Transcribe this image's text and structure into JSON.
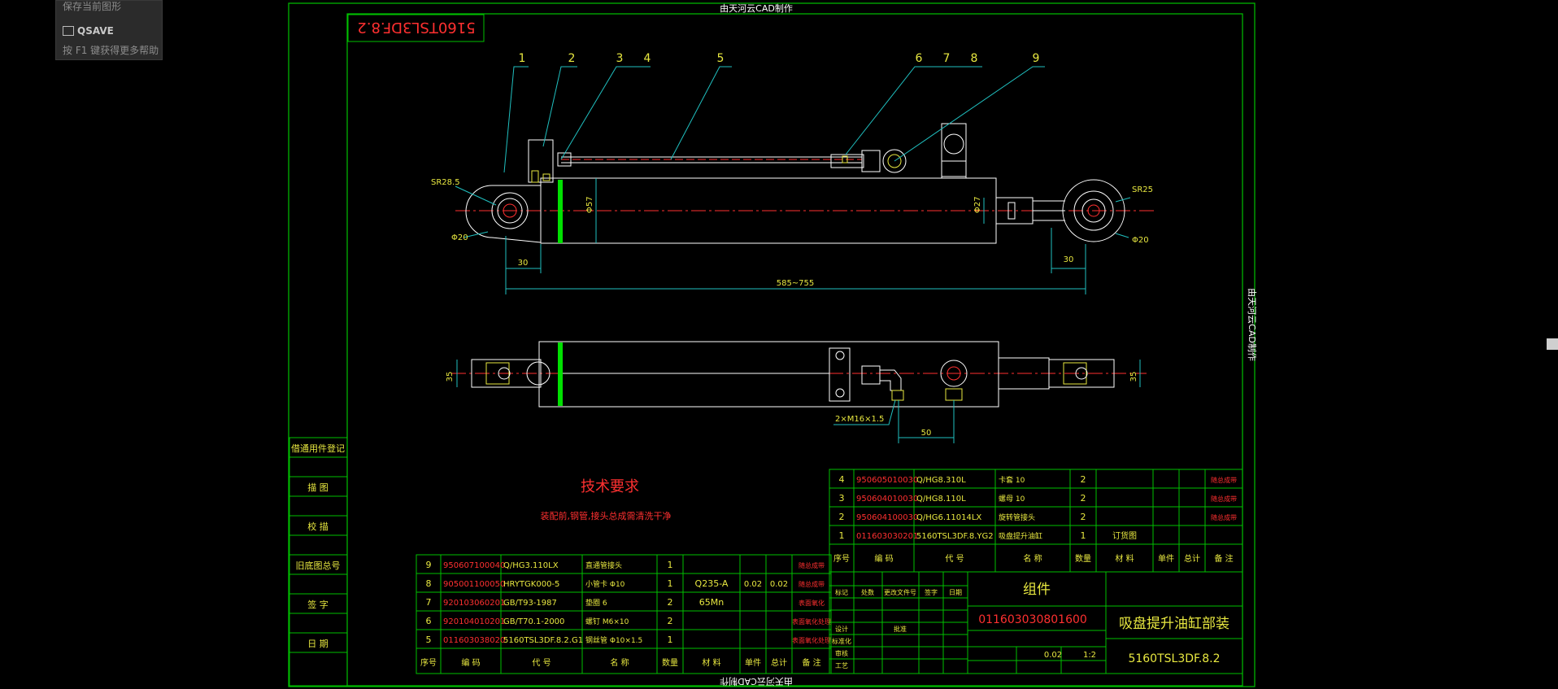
{
  "tooltip": {
    "line1": "保存当前图形",
    "command": "QSAVE",
    "help": "按 F1 键获得更多帮助"
  },
  "colors": {
    "frame": "#00c000",
    "red": "#ff3030",
    "yellow": "#e8e840",
    "cyan": "#20c0c0",
    "white": "#ffffff",
    "green_fill": "#00e000"
  },
  "sheet": {
    "top_note": "由天河云CAD制作",
    "bottom_note": "由天河云CAD制作",
    "side_note": "由天河云CAD制作",
    "corner_code": "5160TSL3DF.8.2"
  },
  "left_panel": [
    "借通用件登记",
    "描 图",
    "校 描",
    "旧底图总号",
    "签 字",
    "日 期"
  ],
  "balloons": [
    "1",
    "2",
    "3",
    "4",
    "5",
    "6",
    "7",
    "8",
    "9"
  ],
  "dims": {
    "sr_left": "SR28.5",
    "d_left": "Φ20",
    "sr_right": "SR25",
    "d_right": "Φ20",
    "bore": "Φ57",
    "rod": "Φ27",
    "end_left": "30",
    "end_right": "30",
    "stroke": "585~755",
    "width_left": "35",
    "width_right": "35",
    "port_thread": "2×M16×1.5",
    "port_spacing": "50"
  },
  "tech": {
    "title": "技术要求",
    "line1": "装配前,钢管,接头总成需清洗干净"
  },
  "bom_left": [
    {
      "no": "9",
      "code": "950607100040",
      "std": "Q/HG3.110LX",
      "name": "直通管接头",
      "qty": "1",
      "mat": "",
      "w1": "",
      "w2": "",
      "note": "随总成带"
    },
    {
      "no": "8",
      "code": "905001100050",
      "std": "HRYTGK000-5",
      "name": "小管卡 Φ10",
      "qty": "1",
      "mat": "Q235-A",
      "w1": "0.02",
      "w2": "0.02",
      "note": "随总成带"
    },
    {
      "no": "7",
      "code": "920103060201",
      "std": "GB/T93-1987",
      "name": "垫圈 6",
      "qty": "2",
      "mat": "65Mn",
      "w1": "",
      "w2": "",
      "note": "表面氧化"
    },
    {
      "no": "6",
      "code": "920104010201",
      "std": "GB/T70.1-2000",
      "name": "螺钉 M6×10",
      "qty": "2",
      "mat": "",
      "w1": "",
      "w2": "",
      "note": "表面氧化处理"
    },
    {
      "no": "5",
      "code": "011603038020",
      "std": "5160TSL3DF.8.2.G1",
      "name": "钢丝管 Φ10×1.5",
      "qty": "1",
      "mat": "",
      "w1": "",
      "w2": "",
      "note": "表面氧化处理"
    }
  ],
  "bom_left_header": [
    "序号",
    "编 码",
    "代 号",
    "名 称",
    "数量",
    "材 料",
    "单件",
    "总计",
    "备 注"
  ],
  "bom_right": [
    {
      "no": "4",
      "code": "950605010030",
      "std": "Q/HG8.310L",
      "name": "卡套 10",
      "qty": "2",
      "mat": "",
      "note": "随总成带"
    },
    {
      "no": "3",
      "code": "950604010030",
      "std": "Q/HG8.110L",
      "name": "螺母 10",
      "qty": "2",
      "mat": "",
      "note": "随总成带"
    },
    {
      "no": "2",
      "code": "950604100030",
      "std": "Q/HG6.11014LX",
      "name": "旋转管接头",
      "qty": "2",
      "mat": "",
      "note": "随总成带"
    },
    {
      "no": "1",
      "code": "011603030201",
      "std": "5160TSL3DF.8.YG2",
      "name": "吸盘提升油缸",
      "qty": "1",
      "mat": "订货图",
      "note": ""
    }
  ],
  "bom_right_header": [
    "序号",
    "编 码",
    "代 号",
    "名 称",
    "数量",
    "材 料",
    "单件",
    "总计",
    "备 注"
  ],
  "title_block": {
    "kind": "组件",
    "code": "011603030801600",
    "name": "吸盘提升油缸部装",
    "drawing_no": "5160TSL3DF.8.2",
    "weight": "0.02",
    "scale": "1:2",
    "labels": [
      "标记",
      "处数",
      "更改文件号",
      "签字",
      "日期",
      "设计",
      "标准化",
      "审核",
      "工艺",
      "批准"
    ]
  }
}
